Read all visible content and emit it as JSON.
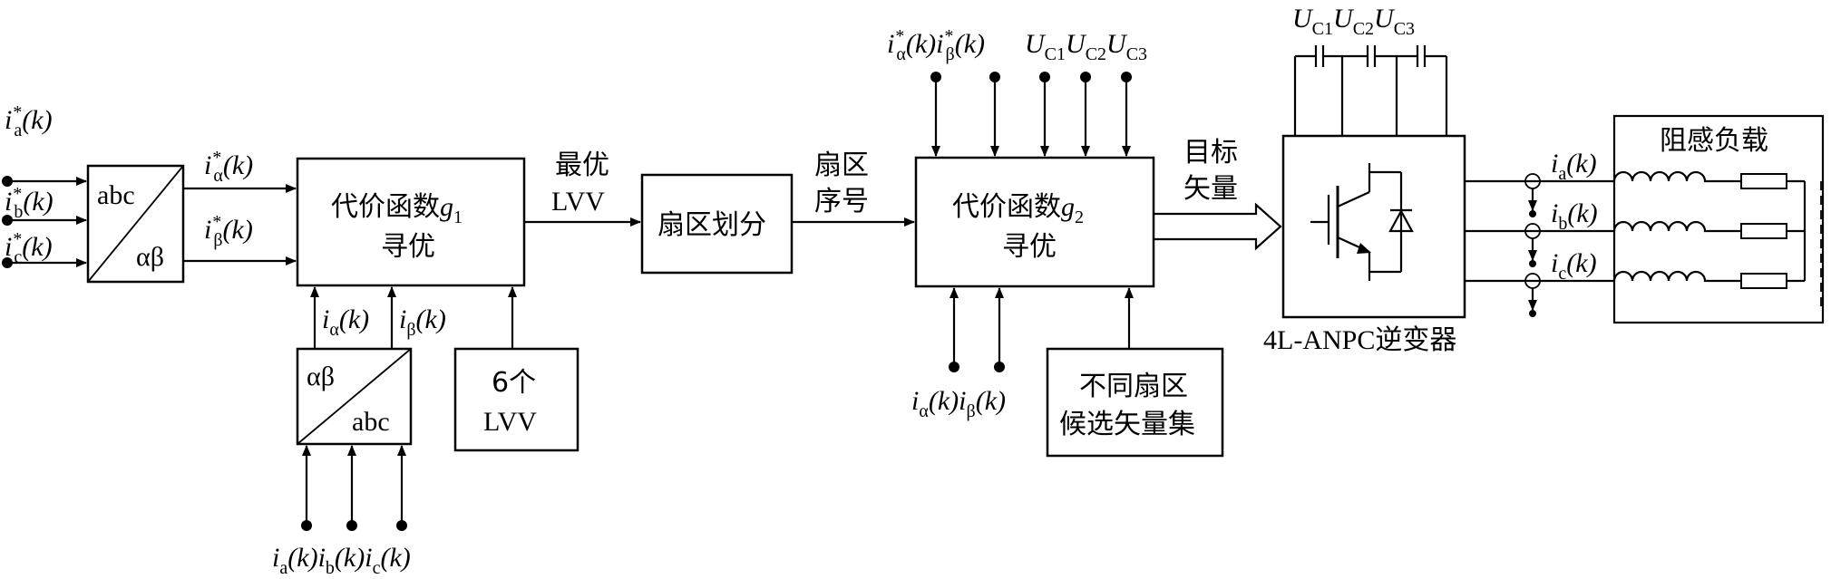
{
  "blocks": {
    "abc_to_ab": {
      "top": "abc",
      "bottom": "αβ"
    },
    "g1": {
      "line1": "代价函数",
      "var": "g",
      "sub": "1",
      "line2": "寻优"
    },
    "ab_to_abc": {
      "top": "αβ",
      "bottom": "abc"
    },
    "lvv6": {
      "line1": "6个",
      "line2": "LVV"
    },
    "sector": {
      "label": "扇区划分"
    },
    "g2": {
      "line1": "代价函数",
      "var": "g",
      "sub": "2",
      "line2": "寻优"
    },
    "candidate": {
      "line1": "不同扇区",
      "line2": "候选矢量集"
    },
    "inverter": {
      "label": "4L-ANPC逆变器"
    },
    "load": {
      "label": "阻感负载"
    }
  },
  "edges": {
    "optimal_lvv": {
      "line1": "最优",
      "line2": "LVV"
    },
    "sector_no": {
      "line1": "扇区",
      "line2": "序号"
    },
    "target_vec": {
      "line1": "目标",
      "line2": "矢量"
    }
  },
  "signals": {
    "i": "i",
    "k": "k",
    "star": "*",
    "a": "a",
    "b": "b",
    "c": "c",
    "alpha": "α",
    "beta": "β",
    "U": "U",
    "C1": "C1",
    "C2": "C2",
    "C3": "C3"
  }
}
